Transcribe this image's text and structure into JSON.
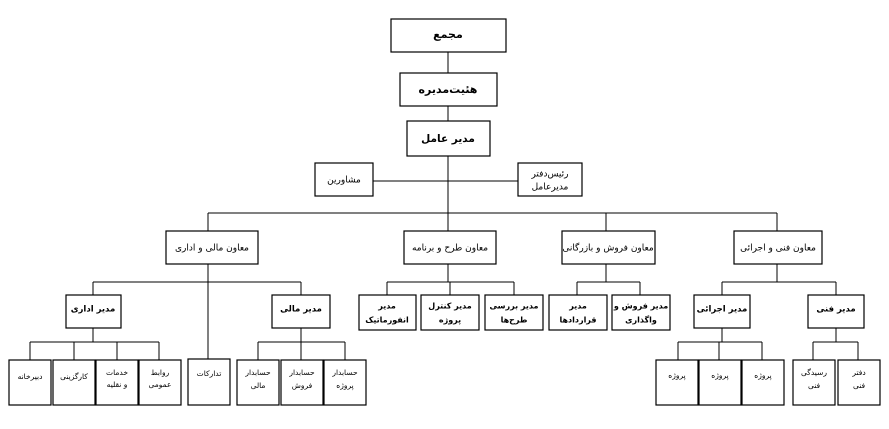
{
  "assembly": "مجمع",
  "board": "هئیت‌مدیره",
  "ceo": "مدیر عامل",
  "advisors": "مشاورین",
  "office_head_1": "رئیس‌دفتر",
  "office_head_2": "مدیرعامل",
  "dep_admin": "معاون مالی و اداری",
  "dep_plan": "معاون طرح و برنامه",
  "dep_sales": "معاون فروش و بازرگانی",
  "dep_tech": "معاون فنی و اجرائی",
  "mgr_admin": "مدیر اداری",
  "mgr_finance": "مدیر مالی",
  "procurement": "تدارکات",
  "secretariat": "دبیرخانه",
  "personnel": "کارگزینی",
  "services_1": "خدمات",
  "services_2": "و نقلیه",
  "pr_1": "روابط",
  "pr_2": "عمومی",
  "acc_fin_1": "حسابدار",
  "acc_fin_2": "مالی",
  "acc_sales_1": "حسابدار",
  "acc_sales_2": "فروش",
  "acc_proj_1": "حسابدار",
  "acc_proj_2": "پروژه",
  "mgr_it_1": "مدیر",
  "mgr_it_2": "انفورماتیک",
  "mgr_pc_1": "مدیر کنترل",
  "mgr_pc_2": "پروژه",
  "mgr_review_1": "مدیر بررسی",
  "mgr_review_2": "طرح‌ها",
  "mgr_contracts_1": "مدیر",
  "mgr_contracts_2": "قراردادها",
  "mgr_sales_1": "مدیر فروش و",
  "mgr_sales_2": "واگذاری",
  "mgr_exec": "مدیر اجرائی",
  "mgr_tech": "مدیر فنی",
  "project_1": "پروژه",
  "project_2": "پروژه",
  "project_3": "پروژه",
  "receiving_1": "رسیدگی",
  "receiving_2": "فنی",
  "tech_office_1": "دفتر",
  "tech_office_2": "فنی"
}
